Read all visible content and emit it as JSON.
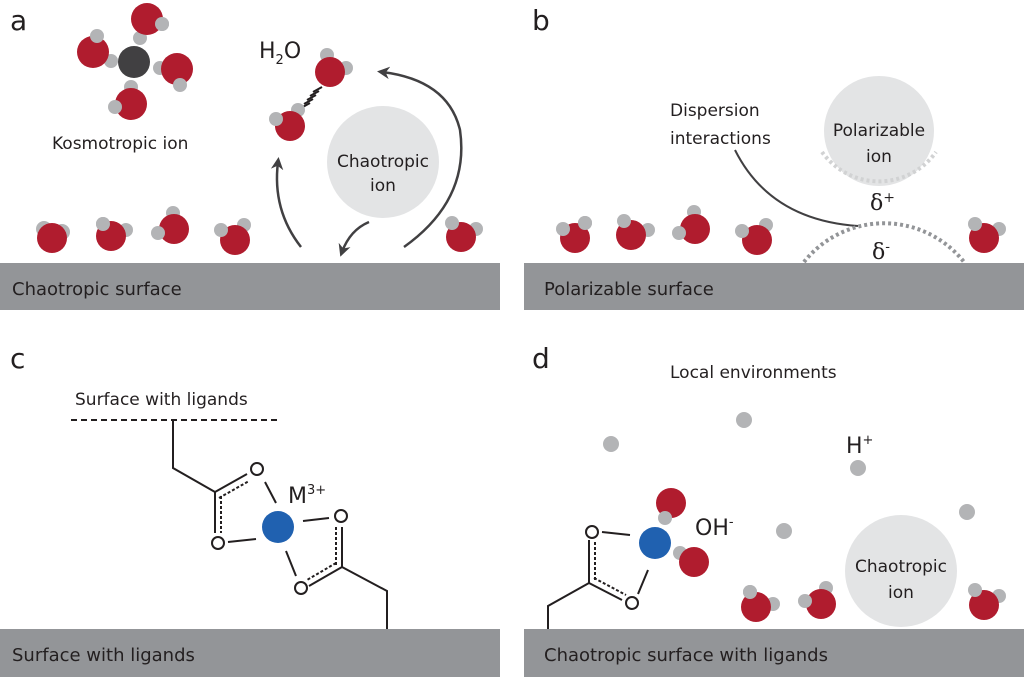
{
  "colors": {
    "background": "#ffffff",
    "surface": "#939598",
    "oxygen": "#b01c2e",
    "hydrogen": "#b3b4b6",
    "ion_large": "#e3e4e5",
    "kosmotropic_ion": "#414042",
    "metal_ion": "#2061b0",
    "line": "#231f20",
    "arrow": "#414042",
    "dots_light": "#d1d2d3",
    "dots_dark": "#939598"
  },
  "panels": {
    "a": {
      "letter": "a",
      "kosmotropic_label": "Kosmotropic ion",
      "water_label": "H",
      "water_sub": "2",
      "water_tail": "O",
      "ion_label_1": "Chaotropic",
      "ion_label_2": "ion",
      "surface_label": "Chaotropic surface"
    },
    "b": {
      "letter": "b",
      "dispersion_label_1": "Dispersion",
      "dispersion_label_2": "interactions",
      "ion_label_1": "Polarizable",
      "ion_label_2": "ion",
      "delta_plus": "δ",
      "delta_plus_sup": "+",
      "delta_minus": "δ",
      "delta_minus_sup": "-",
      "surface_label": "Polarizable surface"
    },
    "c": {
      "letter": "c",
      "top_label": "Surface with ligands",
      "metal_label": "M",
      "metal_charge": "3+",
      "surface_label": "Surface with ligands"
    },
    "d": {
      "letter": "d",
      "title": "Local environments",
      "proton_label": "H",
      "proton_charge": "+",
      "hydroxide_label": "OH",
      "hydroxide_charge": "-",
      "ion_label_1": "Chaotropic",
      "ion_label_2": "ion",
      "surface_label": "Chaotropic surface with ligands"
    }
  }
}
